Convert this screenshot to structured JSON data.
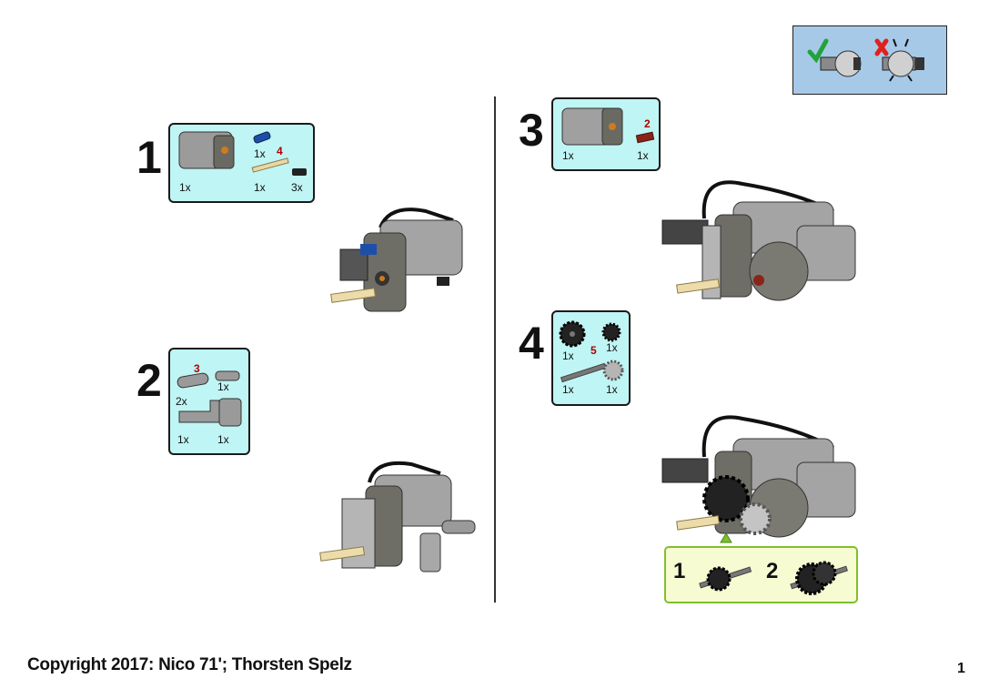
{
  "steps": [
    {
      "number": "1",
      "parts": [
        {
          "qty": "1x",
          "icon": "motor-icon"
        },
        {
          "qty": "1x",
          "icon": "blue-pin-icon"
        },
        {
          "qty": "1x",
          "icon": "axle-icon",
          "length": "4"
        },
        {
          "qty": "3x",
          "icon": "black-pin-icon"
        }
      ]
    },
    {
      "number": "2",
      "parts": [
        {
          "qty": "2x",
          "icon": "beam-icon",
          "length": "3"
        },
        {
          "qty": "1x",
          "icon": "axle-pin-icon"
        },
        {
          "qty": "1x",
          "icon": "l-beam-icon"
        },
        {
          "qty": "1x",
          "icon": "connector-icon"
        }
      ]
    },
    {
      "number": "3",
      "parts": [
        {
          "qty": "1x",
          "icon": "motor-icon"
        },
        {
          "qty": "1x",
          "icon": "red-axle-icon",
          "length": "2"
        }
      ]
    },
    {
      "number": "4",
      "parts": [
        {
          "qty": "1x",
          "icon": "gear-icon"
        },
        {
          "qty": "1x",
          "icon": "small-gear-icon"
        },
        {
          "qty": "1x",
          "icon": "axle-icon",
          "length": "5"
        },
        {
          "qty": "1x",
          "icon": "gray-gear-icon"
        }
      ]
    }
  ],
  "subassembly": {
    "labels": [
      "1",
      "2"
    ]
  },
  "footer": {
    "copyright": "Copyright 2017:   Nico 71'; Thorsten Spelz",
    "page_number": "1"
  },
  "colors": {
    "callout_bg": "#bff5f4",
    "hint_bg": "#a7c9e8",
    "sub_bg": "#f7fbd2",
    "sub_border": "#7fbf2c",
    "check": "#22a33a",
    "cross": "#e0201c"
  }
}
